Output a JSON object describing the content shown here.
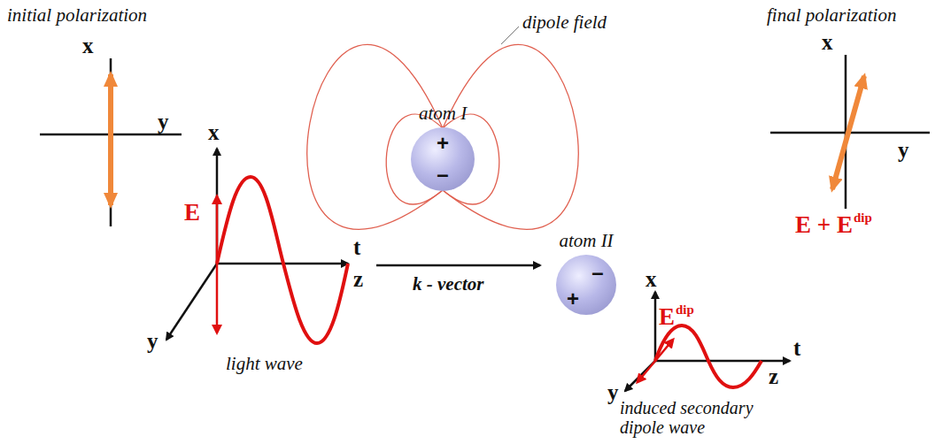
{
  "diagram": {
    "nodes": [
      {
        "text": [
          "atom I",
          "+",
          "–"
        ]
      },
      {
        "text": [
          "atom II",
          "–",
          "+"
        ]
      }
    ],
    "labels": [
      "initial polarization",
      "x",
      "y",
      "x",
      "E",
      "t",
      "z",
      "y",
      "light wave",
      "dipole field",
      "k - vector",
      "x",
      "E",
      "dip",
      "t",
      "z",
      "y",
      "induced secondary dipole wave",
      "final polarization",
      "x",
      "y",
      "E + E",
      "dip"
    ]
  }
}
